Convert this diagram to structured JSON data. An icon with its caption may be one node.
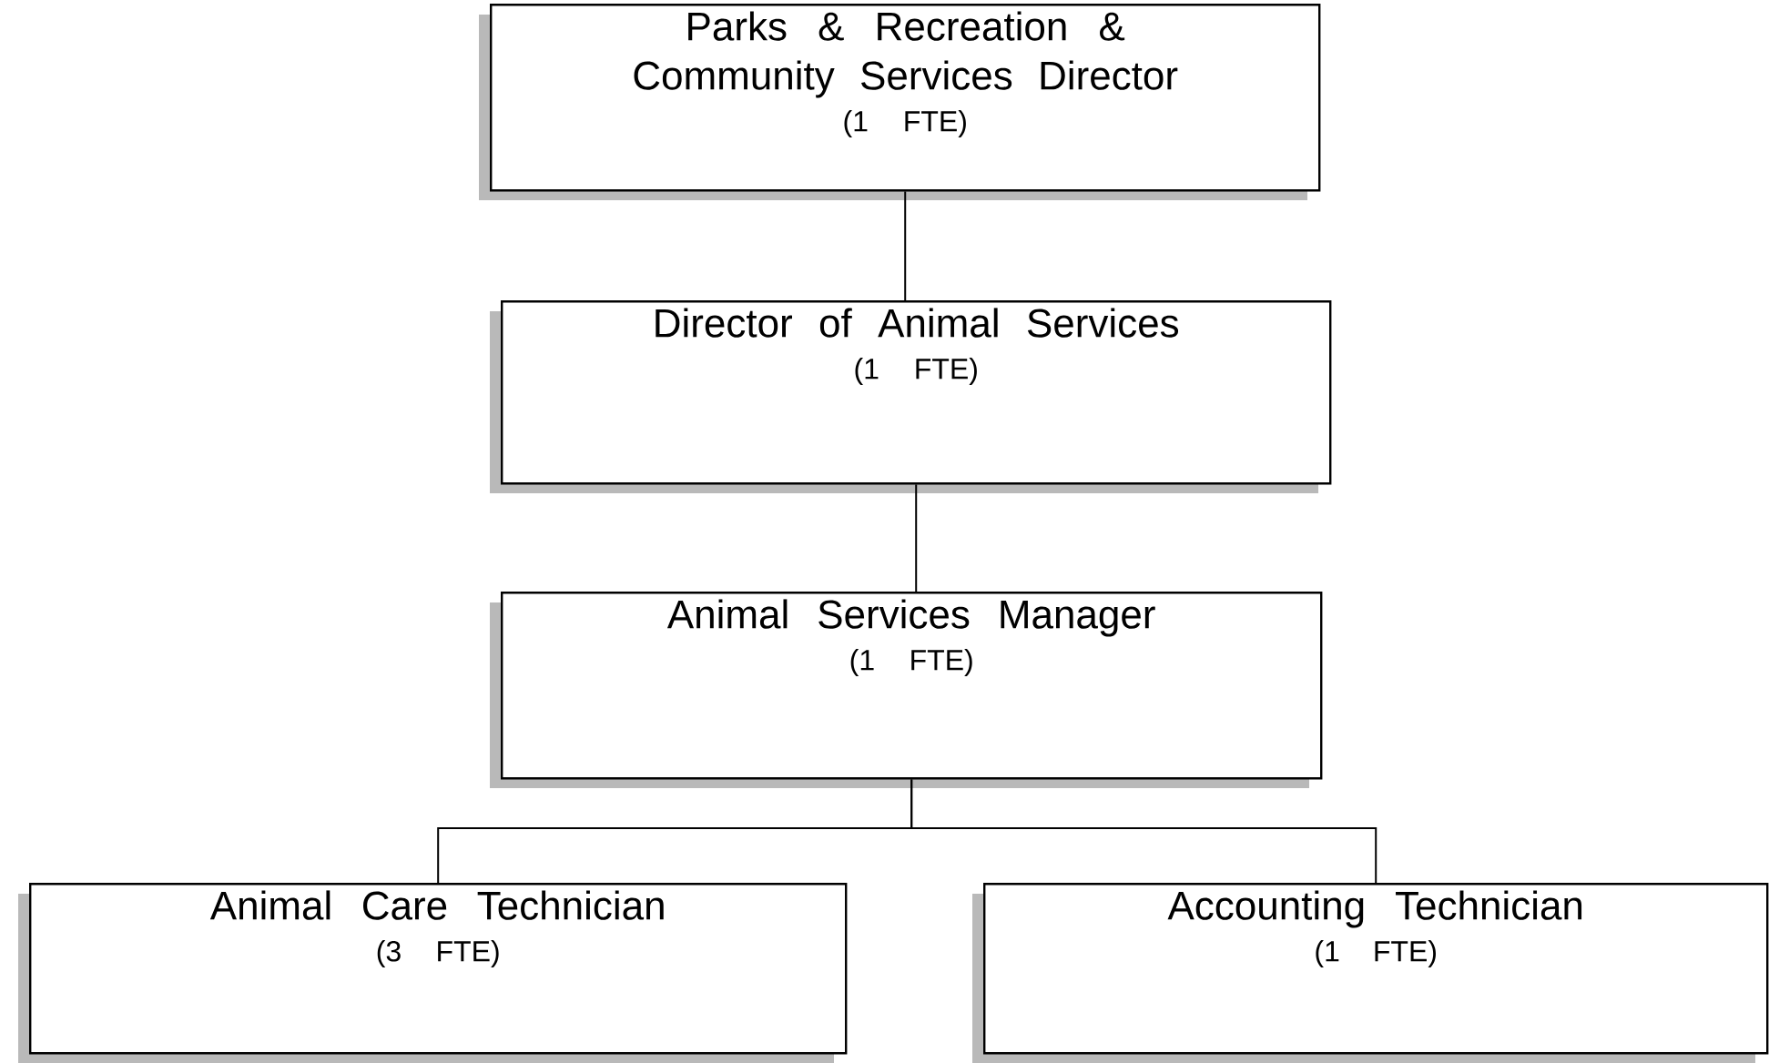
{
  "diagram": {
    "nodes": [
      {
        "text": [
          "Parks & Recreation & Community Services Director",
          "(1 FTE)"
        ]
      },
      {
        "text": [
          "Director of Animal Services",
          "(1 FTE)"
        ]
      },
      {
        "text": [
          "Animal Services Manager",
          "(1 FTE)"
        ]
      },
      {
        "text": [
          "Animal Care Technician",
          "(3 FTE)"
        ]
      },
      {
        "text": [
          "Accounting Technician",
          "(1 FTE)"
        ]
      }
    ],
    "edges": [
      {
        "from": 0,
        "to": 1,
        "arrow": "none"
      },
      {
        "from": 1,
        "to": 2,
        "arrow": "none"
      },
      {
        "from": 2,
        "to": 3,
        "arrow": "none"
      },
      {
        "from": 2,
        "to": 4,
        "arrow": "none"
      }
    ]
  }
}
